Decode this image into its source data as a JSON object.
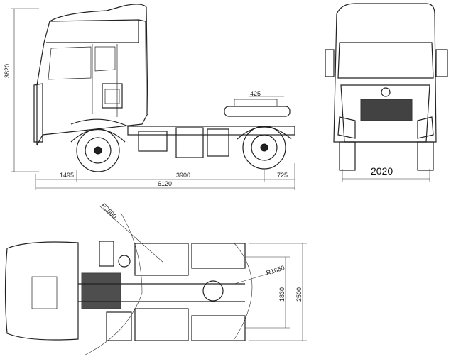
{
  "side_view": {
    "overall_height": "3820",
    "fifth_wheel_height": "425",
    "front_overhang": "1495",
    "wheelbase": "3900",
    "rear_overhang": "725",
    "overall_length": "6120"
  },
  "front_view": {
    "track_width": "2020"
  },
  "top_view": {
    "outer_turn_radius": "R2600",
    "inner_turn_radius": "R1650",
    "frame_width": "1830",
    "overall_width": "2500"
  }
}
